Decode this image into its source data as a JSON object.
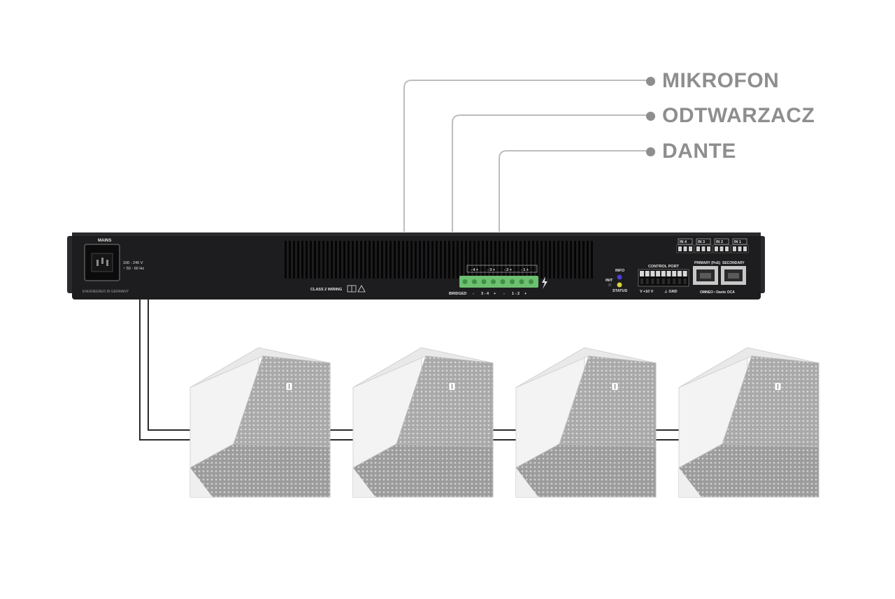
{
  "inputs": [
    {
      "label": "MIKROFON"
    },
    {
      "label": "ODTWARZACZ"
    },
    {
      "label": "DANTE"
    }
  ],
  "amplifier": {
    "mains_label": "MAINS",
    "voltage": "100 - 240 V",
    "frequency": "~ 50 - 60 Hz",
    "engineered": "ENGINEERED IN GERMANY",
    "class2": "CLASS 2 WIRING",
    "bridged": "BRIDGED",
    "output_top": [
      "- 4 +",
      "- 3 +",
      "- 2 +",
      "- 1 +"
    ],
    "output_bottom": [
      "-",
      "3 - 4",
      "+",
      "-",
      "1 - 2",
      "+"
    ],
    "info": "INFO",
    "init": "INIT",
    "status": "STATUS",
    "control_port": "CONTROL PORT",
    "control_footer_left": "V +10 V",
    "control_footer_right": "⊥ GND",
    "inputs_top": [
      "IN 4",
      "IN 3",
      "IN 2",
      "IN 1"
    ],
    "primary": "PRIMARY (PoE)",
    "secondary": "SECONDARY",
    "network_footer": "OMNEO  • Dante  OCA"
  },
  "speakers": {
    "count": 4
  },
  "colors": {
    "label_gray": "#8e8e8e",
    "wire_gray": "#bdbdbd",
    "amp_body": "#1d1d1f",
    "terminal_green": "#6cc070",
    "speaker_white": "#f3f3f3"
  }
}
